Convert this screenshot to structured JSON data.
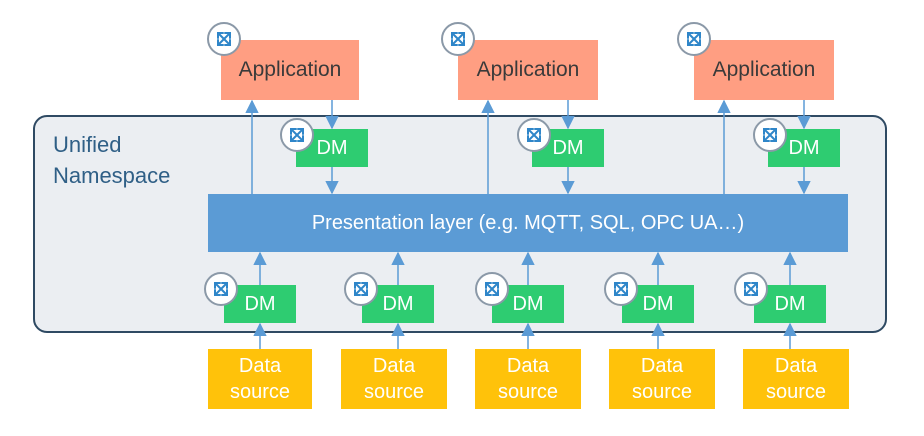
{
  "namespace": {
    "title_line1": "Unified",
    "title_line2": "Namespace"
  },
  "presentation_layer": {
    "label": "Presentation layer (e.g. MQTT, SQL, OPC UA…)"
  },
  "applications": [
    {
      "label": "Application",
      "dm_label": "DM"
    },
    {
      "label": "Application",
      "dm_label": "DM"
    },
    {
      "label": "Application",
      "dm_label": "DM"
    }
  ],
  "sources": [
    {
      "line1": "Data",
      "line2": "source",
      "dm_label": "DM"
    },
    {
      "line1": "Data",
      "line2": "source",
      "dm_label": "DM"
    },
    {
      "line1": "Data",
      "line2": "source",
      "dm_label": "DM"
    },
    {
      "line1": "Data",
      "line2": "source",
      "dm_label": "DM"
    },
    {
      "line1": "Data",
      "line2": "source",
      "dm_label": "DM"
    }
  ],
  "badge_icon": "connector-icon",
  "colors": {
    "application": "#ff9e82",
    "dm": "#2ecc71",
    "data_source": "#ffc20a",
    "presentation": "#5b9bd5",
    "namespace_border": "#2f4a63",
    "namespace_fill": "#ebeef2",
    "arrow": "#5b9bd5"
  }
}
